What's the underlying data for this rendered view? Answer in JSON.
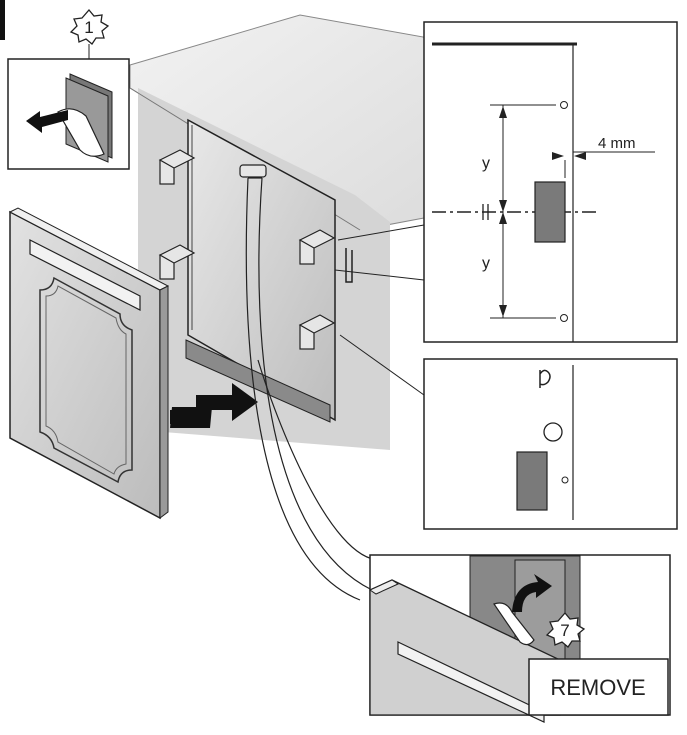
{
  "steps": {
    "step1": "1",
    "step7": "7"
  },
  "detail": {
    "dimension_y_upper": "y",
    "dimension_y_lower": "y",
    "offset_label": "4 mm"
  },
  "callout": {
    "remove_label": "REMOVE"
  },
  "colors": {
    "line": "#222222",
    "panel_gray": "#d0d0d0",
    "door_gray": "#c8c8c8",
    "slot_gray": "#7a7a7a",
    "arrow": "#1a1a1a"
  },
  "icons": [
    "step-badge-icon",
    "arrow-left-icon",
    "push-arrow-icon",
    "curved-arrow-icon"
  ]
}
